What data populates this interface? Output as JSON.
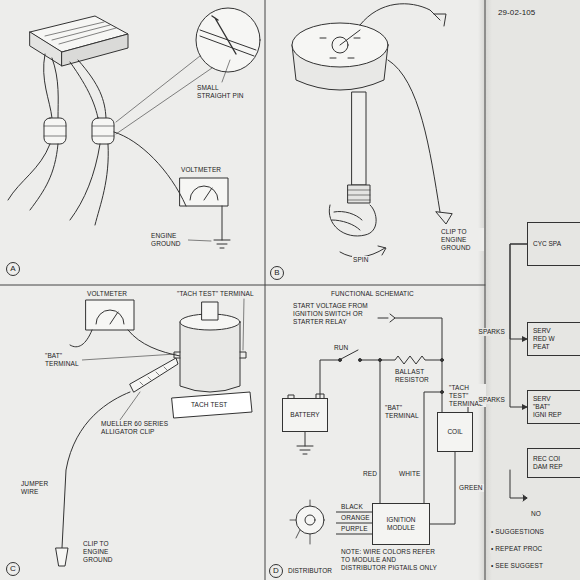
{
  "diagram": {
    "nodes": [
      {
        "text": [
          "BATTERY"
        ]
      },
      {
        "text": [
          "COIL"
        ]
      },
      {
        "text": [
          "DISTRIBUTOR"
        ]
      },
      {
        "text": [
          "IGNITION MODULE"
        ]
      },
      {
        "text": [
          "CYC SPA"
        ]
      },
      {
        "text": [
          "SERV RED W PEAT"
        ]
      },
      {
        "text": [
          "SERV \"BAT\" IGNI REP"
        ]
      },
      {
        "text": [
          "REC COI DAM REP"
        ]
      }
    ],
    "edges": [
      {
        "from": 2,
        "to": 3,
        "label": "BLACK",
        "arrow": "none"
      },
      {
        "from": 2,
        "to": 3,
        "label": "ORANGE",
        "arrow": "none"
      },
      {
        "from": 2,
        "to": 3,
        "label": "PURPLE",
        "arrow": "none"
      },
      {
        "from": 3,
        "to": 1,
        "label": "GREEN",
        "arrow": "none"
      },
      {
        "from": 4,
        "to": 5,
        "label": "SPARKS",
        "arrow": "to"
      },
      {
        "from": 4,
        "to": 6,
        "label": "SPARKS",
        "arrow": "to"
      }
    ],
    "labels": [
      "29-02-105",
      "SMALL STRAIGHT PIN",
      "VOLTMETER",
      "ENGINE GROUND",
      "A",
      "SPIN",
      "CLIP TO ENGINE GROUND",
      "B",
      "VOLTMETER",
      "\"TACH TEST\" TERMINAL",
      "\"BAT\" TERMINAL",
      "TACH TEST",
      "MUELLER 60 SERIES ALLIGATOR CLIP",
      "JUMPER WIRE",
      "CLIP TO ENGINE GROUND",
      "C",
      "FUNCTIONAL SCHEMATIC",
      "START VOLTAGE FROM IGNITION SWITCH OR STARTER RELAY",
      "RUN",
      "BALLAST RESISTOR",
      "\"TACH TEST\" TERMINAL",
      "\"BAT\" TERMINAL",
      "RED",
      "WHITE",
      "NOTE: WIRE COLORS REFER TO MODULE AND DISTRIBUTOR PIGTAILS ONLY",
      "D",
      "NO",
      "• SUGGESTIONS",
      "• REPEAT PROC",
      "• SEE SUGGEST"
    ]
  }
}
